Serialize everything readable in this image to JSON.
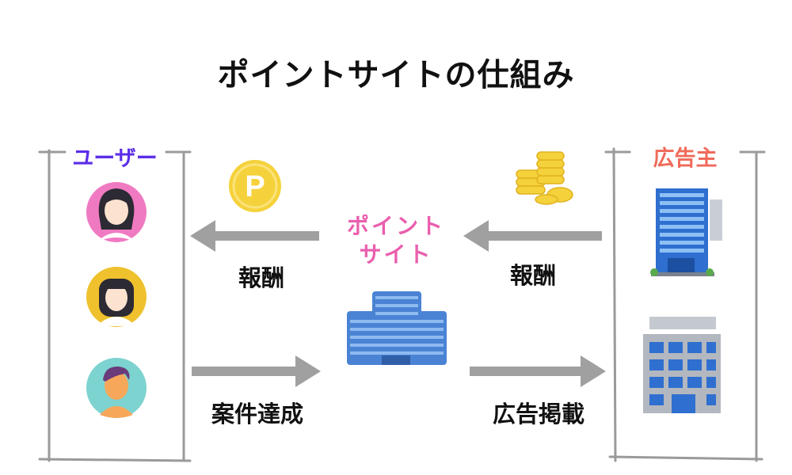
{
  "title": "ポイントサイトの仕組み",
  "users": {
    "label": "ユーザー",
    "color": "#5b2ee8"
  },
  "advertiser": {
    "label": "広告主",
    "color": "#f06a5a"
  },
  "center": {
    "line1": "ポイント",
    "line2": "サイト",
    "color": "#ea5fae"
  },
  "arrows": {
    "reward_to_user": "報酬",
    "reward_to_site": "報酬",
    "case_achieved": "案件達成",
    "ad_placement": "広告掲載"
  },
  "icons": {
    "point_coin_letter": "P"
  },
  "colors": {
    "frame": "#9a9a9a",
    "arrow": "#a0a0a0",
    "avatar1": "#f07ac2",
    "avatar2": "#efc12d",
    "avatar3": "#7dd3cf",
    "coin": "#f5d23b"
  }
}
